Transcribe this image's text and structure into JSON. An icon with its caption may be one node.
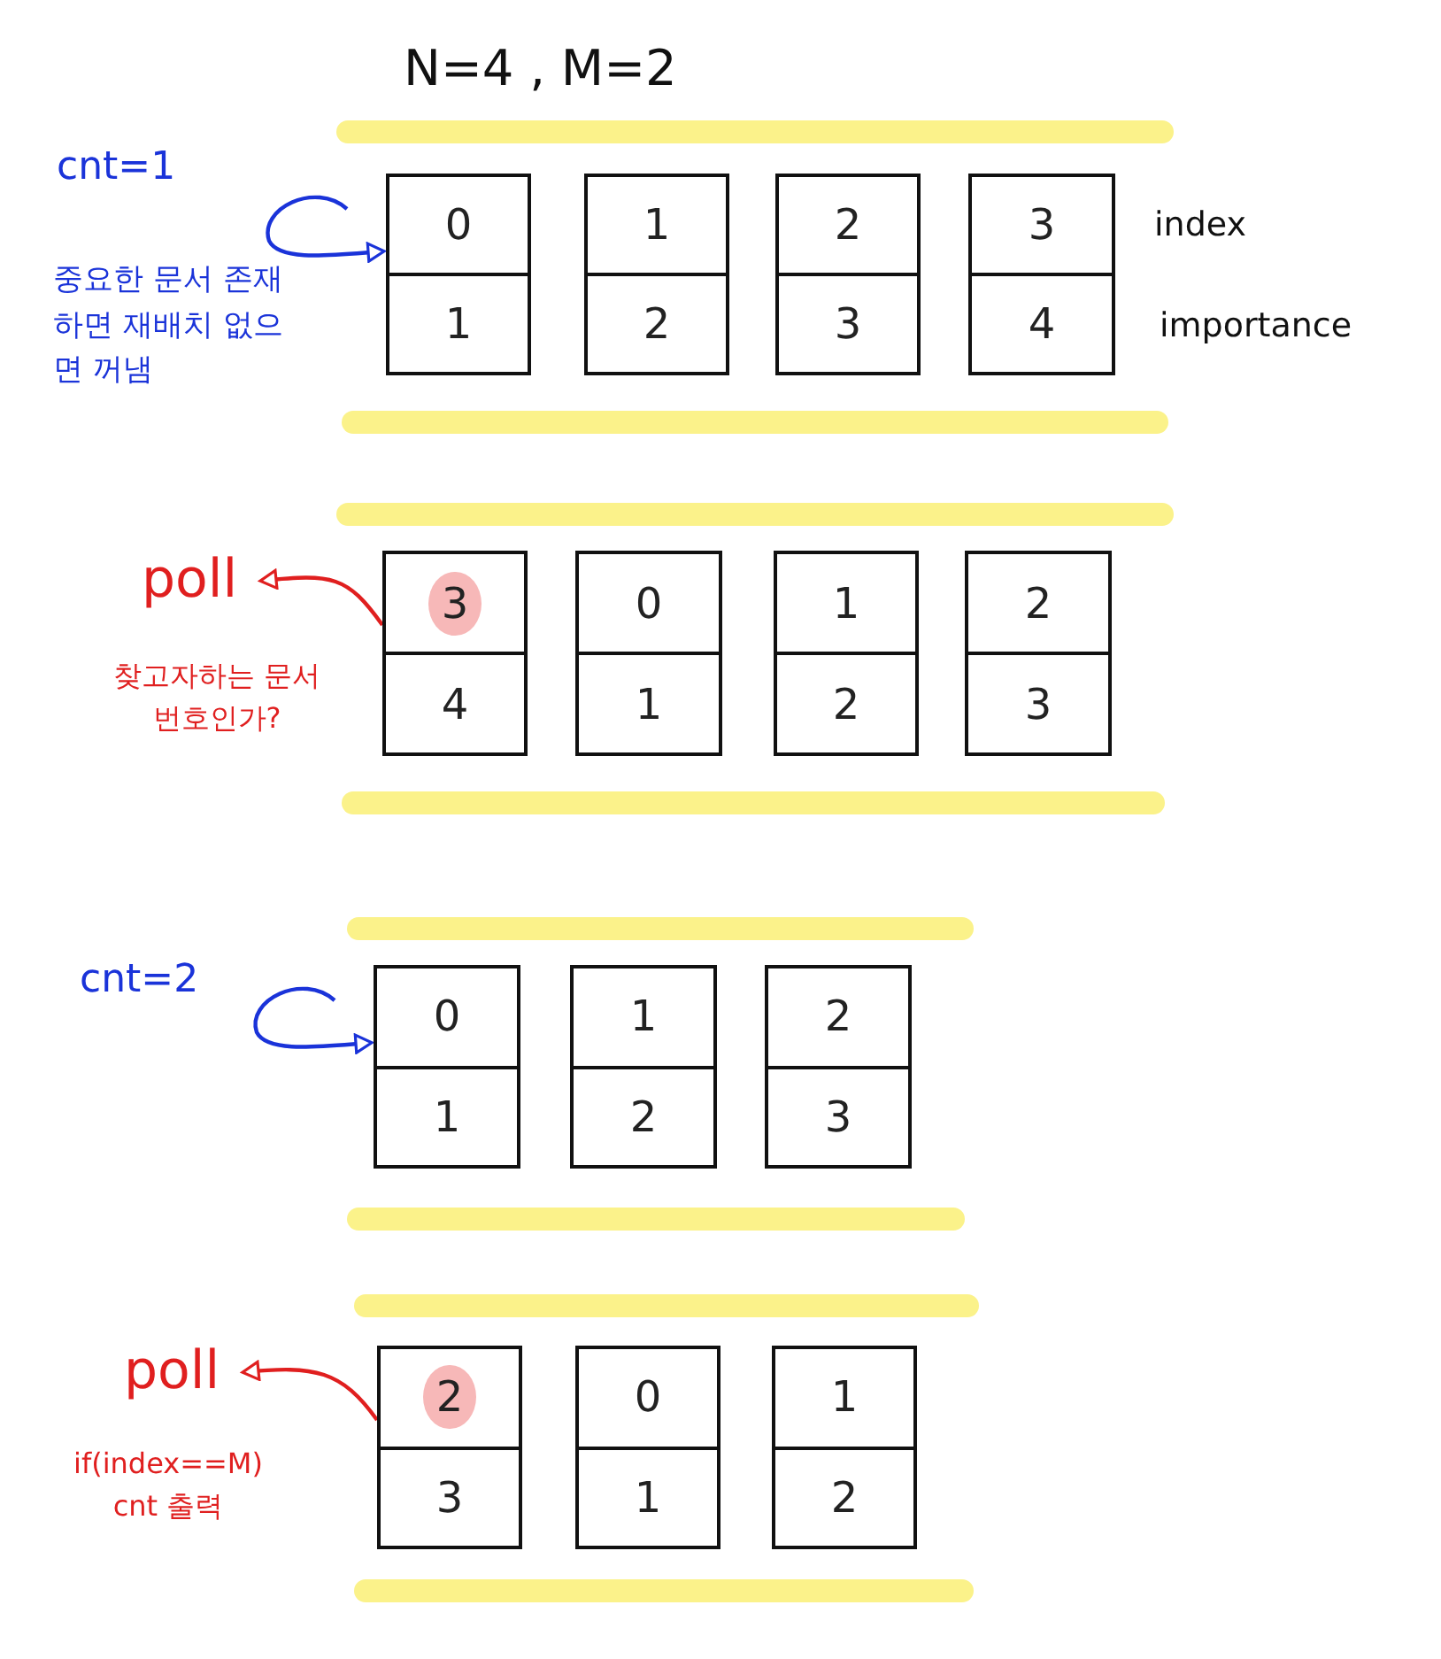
{
  "diagram": {
    "title": "N=4 , M=2",
    "nodes": [
      {
        "text": [
          "0",
          "1"
        ]
      },
      {
        "text": [
          "1",
          "2"
        ]
      },
      {
        "text": [
          "2",
          "3"
        ]
      },
      {
        "text": [
          "3",
          "4"
        ],
        "beside": [
          "index",
          "importance"
        ]
      },
      {
        "text": [
          "poll"
        ]
      },
      {
        "text": [
          "3",
          "4"
        ]
      },
      {
        "text": [
          "0",
          "1"
        ]
      },
      {
        "text": [
          "1",
          "2"
        ]
      },
      {
        "text": [
          "2",
          "3"
        ]
      },
      {
        "text": [
          "0",
          "1"
        ]
      },
      {
        "text": [
          "1",
          "2"
        ]
      },
      {
        "text": [
          "2",
          "3"
        ]
      },
      {
        "text": [
          "poll"
        ]
      },
      {
        "text": [
          "2",
          "3"
        ]
      },
      {
        "text": [
          "0",
          "1"
        ]
      },
      {
        "text": [
          "1",
          "2"
        ]
      }
    ],
    "edges": [
      {
        "from": null,
        "to": 0,
        "arrow": "to",
        "color": "#1a33d9"
      },
      {
        "from": 5,
        "to": 4,
        "arrow": "to",
        "color": "#e01f1f"
      },
      {
        "from": null,
        "to": 9,
        "arrow": "to",
        "color": "#1a33d9"
      },
      {
        "from": 13,
        "to": 12,
        "arrow": "to",
        "color": "#e01f1f"
      }
    ],
    "labels": [
      "cnt=1",
      "중요한 문서 존재하면 재배치 없으면 꺼냄",
      "찾고자하는 문서 번호인가?",
      "cnt=2",
      "if(index==M) cnt 출력"
    ]
  }
}
